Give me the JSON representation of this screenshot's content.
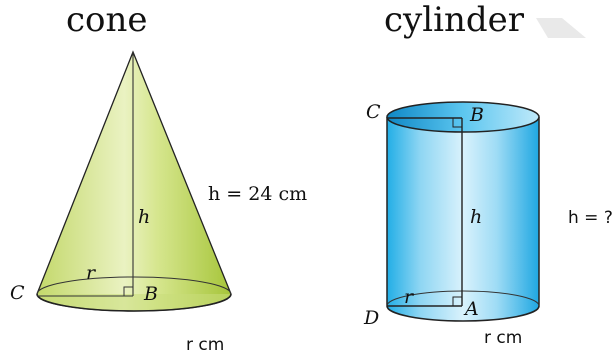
{
  "cone": {
    "title": "cone",
    "label_h": "h",
    "label_r": "r",
    "label_C": "C",
    "label_B": "B",
    "height_text": "h = 24 cm",
    "radius_text": "r cm"
  },
  "cylinder": {
    "title": "cylinder",
    "label_h": "h",
    "label_r": "r",
    "label_C": "C",
    "label_B": "B",
    "label_D": "D",
    "label_A": "A",
    "height_text": "h = ?",
    "radius_text": "r cm"
  },
  "colors": {
    "cone_fill": "#c9dc7a",
    "cylinder_fill": "#3cbcea"
  }
}
